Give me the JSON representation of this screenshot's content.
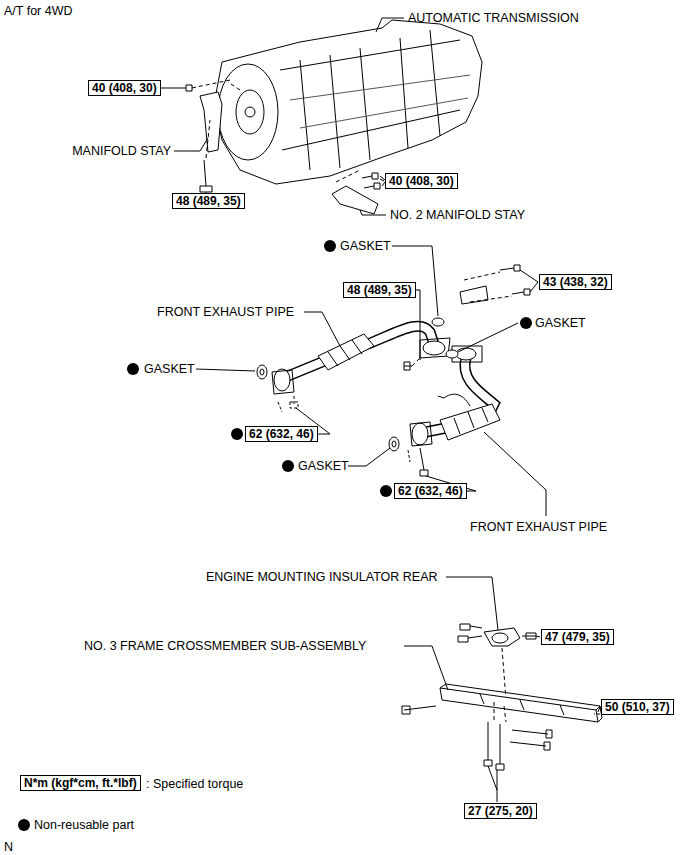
{
  "diagram": {
    "nodes": [
      {
        "text": [
          "40 (408, 30)"
        ]
      },
      {
        "text": [
          "40 (408, 30)"
        ]
      },
      {
        "text": [
          "48 (489, 35)"
        ]
      },
      {
        "text": [
          "43 (438, 32)"
        ]
      },
      {
        "text": [
          "48 (489, 35)"
        ]
      },
      {
        "text": [
          "62 (632, 46)"
        ]
      },
      {
        "text": [
          "62 (632, 46)"
        ]
      },
      {
        "text": [
          "47 (479, 35)"
        ]
      },
      {
        "text": [
          "50 (510, 37)"
        ]
      },
      {
        "text": [
          "N*m (kgf*cm, ft.*lbf)"
        ]
      },
      {
        "text": [
          "27 (275, 20)"
        ]
      }
    ],
    "labels": [
      "A/T for 4WD",
      "AUTOMATIC TRANSMISSION",
      "MANIFOLD STAY",
      "NO. 2 MANIFOLD STAY",
      "GASKET",
      "FRONT EXHAUST PIPE",
      "GASKET",
      "GASKET",
      "GASKET",
      "FRONT EXHAUST PIPE",
      "ENGINE MOUNTING INSULATOR REAR",
      "NO. 3 FRAME CROSSMEMBER SUB-ASSEMBLY",
      ": Specified torque",
      "N"
    ],
    "legend": [
      {
        "text": "Non-reusable part"
      }
    ]
  }
}
